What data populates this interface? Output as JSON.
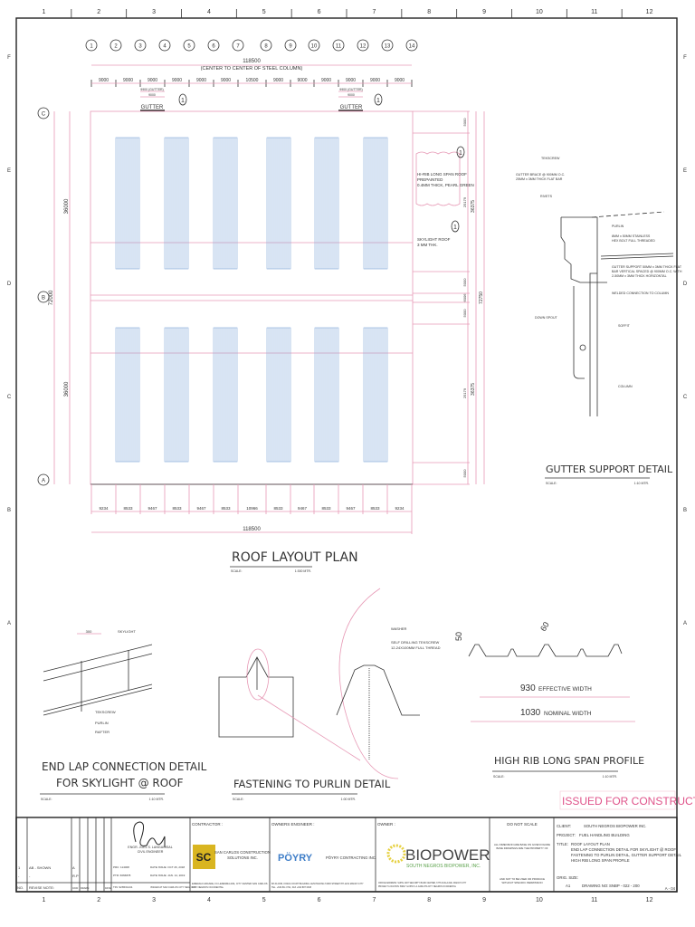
{
  "sheet": {
    "grid_numbers": [
      "1",
      "2",
      "3",
      "4",
      "5",
      "6",
      "7",
      "8",
      "9",
      "10",
      "11",
      "12"
    ],
    "grid_letters": [
      "A",
      "B",
      "C",
      "D",
      "E",
      "F"
    ],
    "stamp": "ISSUED FOR CONSTRUCTION",
    "colors": {
      "markup": "#e0538a",
      "skylight": "#7fa6d8",
      "linework": "#333333"
    }
  },
  "roof_plan": {
    "title": "ROOF LAYOUT PLAN",
    "scale_label": "SCALE:",
    "scale_value": "1:300 MTR.",
    "column_bubbles": [
      "1",
      "2",
      "3",
      "4",
      "5",
      "6",
      "7",
      "8",
      "9",
      "10",
      "11",
      "12",
      "13",
      "14"
    ],
    "row_bubbles": [
      "C",
      "B",
      "A"
    ],
    "top_overall": "118500",
    "top_overall_note": "(CENTER TO CENTER OF STEEL COLUMN)",
    "top_spans": [
      "9000",
      "9000",
      "9000",
      "9000",
      "9000",
      "9000",
      "10500",
      "9000",
      "9000",
      "9000",
      "9000",
      "9000",
      "9000"
    ],
    "gutter_label": "GUTTER",
    "gutter_dim_1": "9900 (GUTTER)",
    "gutter_dim_2": "9000",
    "gutter_dim_side": "450",
    "revision_tag": "1",
    "bottom_spans": [
      "9234",
      "8533",
      "9467",
      "8533",
      "9467",
      "8533",
      "10966",
      "8533",
      "9467",
      "8533",
      "9467",
      "8533",
      "9234"
    ],
    "bottom_overall": "118500",
    "left_overall": "72000",
    "left_halves": [
      "36000",
      "36000"
    ],
    "right_dims": [
      "5000",
      "25179",
      "5000",
      "6006",
      "5000",
      "25179",
      "5000"
    ],
    "right_halves": [
      "36375",
      "36375"
    ],
    "right_overall": "72750",
    "note_roofing": [
      "HI-RIB LONG SPAN ROOF",
      "PREPAINTED",
      "0.4MM THICK, PEARL GREEN"
    ],
    "note_skylight": [
      "SKYLIGHT ROOF",
      "3 MM THK."
    ]
  },
  "gutter_detail": {
    "title": "GUTTER SUPPORT DETAIL",
    "scale_label": "SCALE:",
    "scale_value": "1:10 MTR.",
    "labels": {
      "tekscrew": "TEKSCREW",
      "brace": [
        "GUTTER BRACE @ 900MM O.C.",
        "25MM x 3MM THICK FLAT BAR"
      ],
      "rivets": "RIVETS",
      "purlin": "PURLIN",
      "bolt": [
        "8MM x 50MM STAINLESS",
        "HEX BOLT FULL THREADED"
      ],
      "support": [
        "GUTTER SUPPORT 50MM x 3MM THICK FLAT",
        "BAR VERTICAL SPACED @ 900MM O.C. WITH",
        "2-50MM x 3MM THICK HORIZONTAL"
      ],
      "welded": "WELDED CONNECTION TO COLUMN",
      "downspout": "DOWN SPOUT",
      "soffit": "SOFFIT",
      "column": "COLUMN"
    }
  },
  "end_lap": {
    "title_1": "END LAP CONNECTION DETAIL",
    "title_2": "FOR SKYLIGHT @ ROOF",
    "scale_label": "SCALE:",
    "scale_value": "1:10 MTR.",
    "dim": "300",
    "labels": {
      "skylight": "SKYLIGHT",
      "tekscrew": "TEKSCREW",
      "purlin": "PURLIN",
      "rafter": "RAFTER"
    }
  },
  "fastening": {
    "title": "FASTENING TO PURLIN DETAIL",
    "scale_label": "SCALE:",
    "scale_value": "1:00 MTR.",
    "labels": {
      "washer": "WASHER",
      "screw": [
        "SELF DRILLING TEKSCREW",
        "12-24X100MM FULL THREAD"
      ]
    }
  },
  "profile": {
    "title": "HIGH RIB LONG SPAN PROFILE",
    "scale_label": "SCALE:",
    "scale_value": "1:10 MTR.",
    "rib_height": "50",
    "rib_top": "60",
    "effective_value": "930",
    "effective_label": "EFFECTIVE WIDTH",
    "nominal_value": "1030",
    "nominal_label": "NOMINAL WIDTH"
  },
  "title_block": {
    "revisions": {
      "header": {
        "no": "NO.",
        "note": "REVISE NOTE:",
        "ckd": "CKD",
        "drawn": "DRAWN",
        "date": "DATE"
      },
      "rows": [
        {
          "no": "1",
          "note": "AB - SHOWN",
          "ckd": "A"
        },
        {
          "no": "-",
          "note": "-",
          "ckd": "R.P"
        }
      ]
    },
    "engineer": {
      "name": "ENGR. JOEL S. LANGAOISAL",
      "role": "CIVIL ENGINEER",
      "prc": "PRC: 114008",
      "ptr": "PTR: 6666878",
      "tin": "TIN: 926531441",
      "issued_1": "DATE ISSUE: OCT 26, 2018",
      "issued_2": "DATE ISSUE: JAN. 14, 2019",
      "issued_3": "ISSUED AT SAN CARLOS CITY NEG. OCC."
    },
    "contractor": {
      "heading": "CONTRACTOR :",
      "logo": "SC",
      "name": [
        "SAN CARLOS CONSTRUCTION",
        "SOLUTIONS INC."
      ],
      "address": [
        "EMERALD ARCADE, FC LEDESMA AVE, CITY CENTER SAN CARLOS",
        "CITY NEGROS OCCIDENTAL"
      ]
    },
    "owners_engineer": {
      "heading": "OWNERS ENGINEER :",
      "logo": "PÖYRY",
      "name": "PÖYRY CONTRACTING INC.",
      "address": [
        "8th FLOOR, KINGS COURT BUILDING 1129 PASONG TAMO STREET PH-1231 MAKATI CITY",
        "TEL. +632 811 0711, FAX +632 887 0338"
      ]
    },
    "owner": {
      "heading": "OWNER :",
      "logo_main": "BIOPOWER",
      "logo_sub": "SOUTH NEGROS BIOPOWER, INC.",
      "address": [
        "OFFICE ADDRESS: SUITE 1007 SECURITY BANK CENTER, 6776 AYALA AVE. MAKATI CITY",
        "PROJECT LOCATION: BRGY GUIHAY LA CARLOTA CITY NEGROS OCCIDENTAL"
      ]
    },
    "notice": {
      "heading": "DO NOT SCALE",
      "text_1": [
        "ALL DIMENSION ARE BASE ON GIVEN FIGURE",
        "BASE DRAWINGS ARE THE PROPERTY OF"
      ],
      "text_2": [
        "AND NOT TO BE USED OR PRODUCE",
        "WITHOUT SPECIFIC PERMISSION"
      ]
    },
    "info": {
      "client_label": "CLIENT:",
      "client": "SOUTH NEGROS BIOPOWER INC.",
      "project_label": "PROJECT:",
      "project": "FUEL HANDLING BUILDING",
      "title_label": "TITLE:",
      "title_lines": [
        "ROOF LAYOUT PLAN",
        "END LAP CONNECTION DETAIL FOR SKYLIGHT @ ROOF",
        "FASTENING TO PURLIN DETAIL, GUTTER SUPPORT DETAIL",
        "HIGH RIB LONG SPAN PROFILE"
      ],
      "orig_size_label": "ORIG. SIZE:",
      "orig_size": "A1",
      "drawing_no_label": "DRAWING NO:",
      "drawing_no": "SNBP - 022 - 200",
      "sheet": "A - 04"
    }
  }
}
